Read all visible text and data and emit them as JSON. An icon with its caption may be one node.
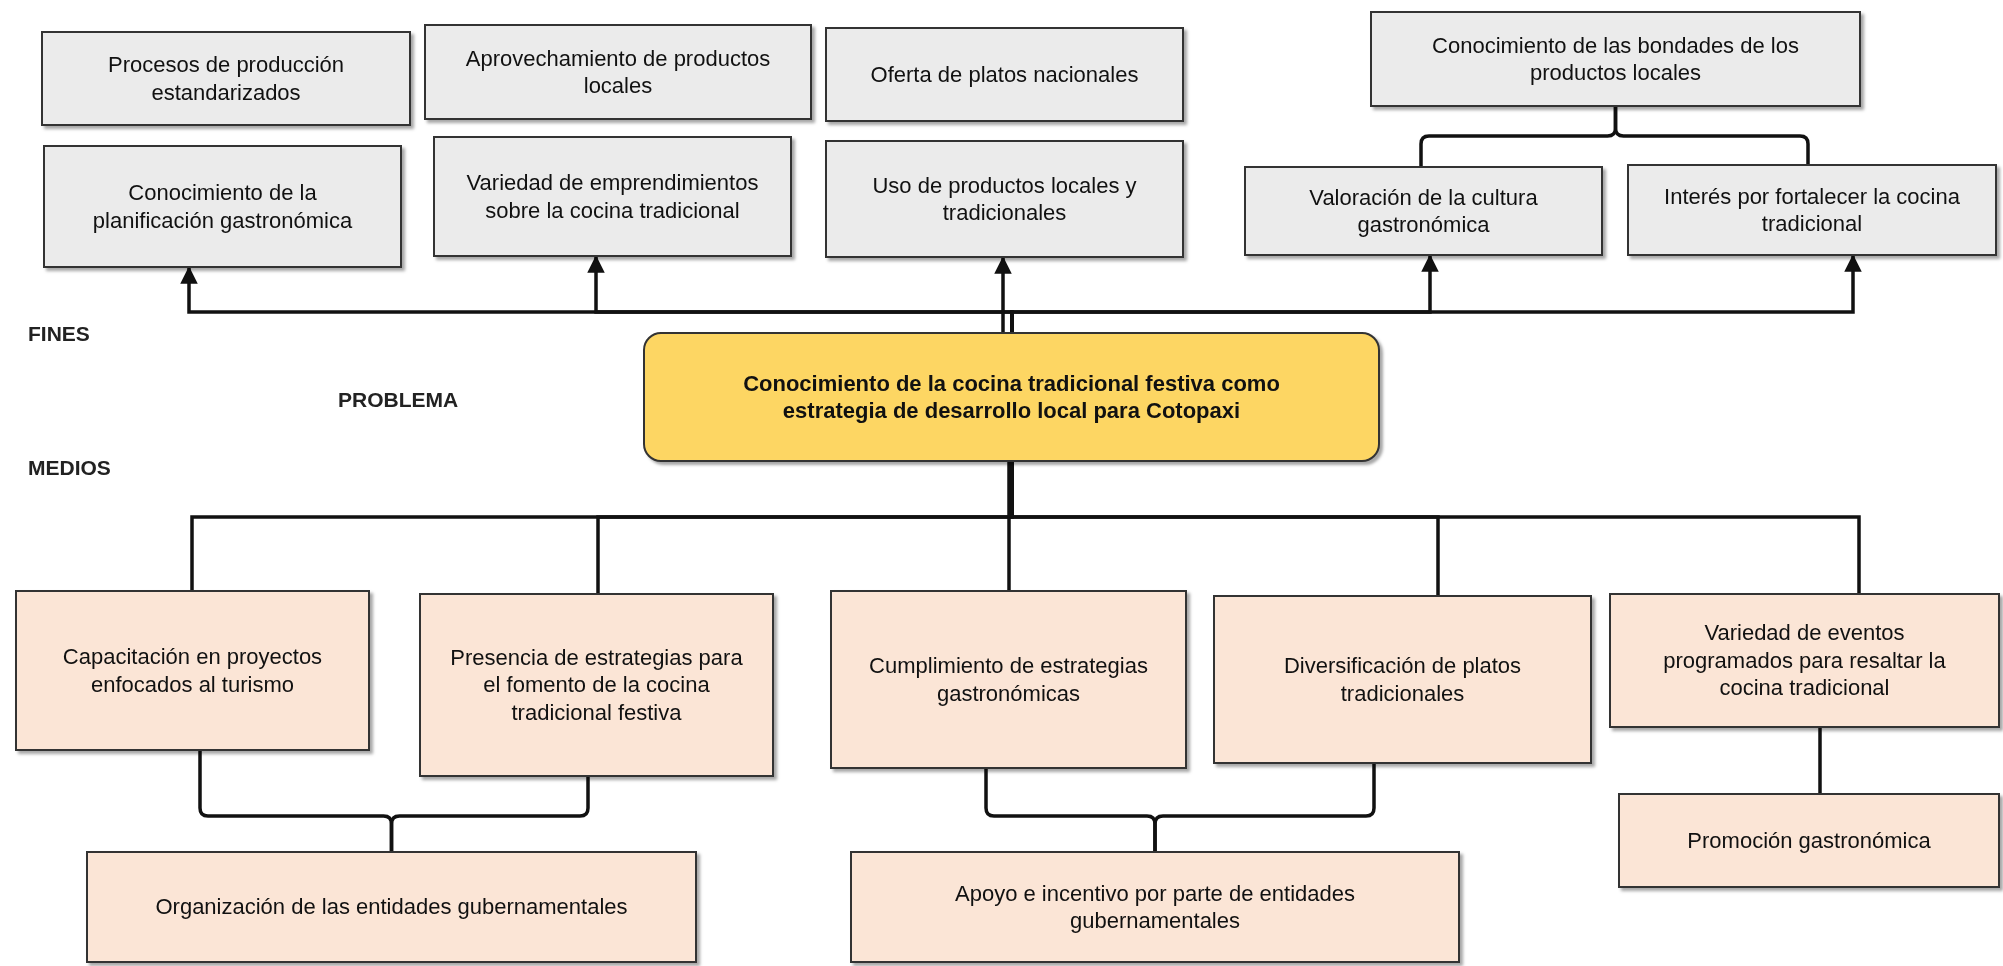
{
  "diagram": {
    "nodes": [
      {
        "text": [
          "Procesos de producción estandarizados"
        ]
      },
      {
        "text": [
          "Aprovechamiento de productos locales"
        ]
      },
      {
        "text": [
          "Oferta de platos nacionales"
        ]
      },
      {
        "text": [
          "Conocimiento de las bondades de los productos locales"
        ]
      },
      {
        "text": [
          "Conocimiento de la planificación gastronómica"
        ]
      },
      {
        "text": [
          "Variedad de emprendimientos sobre la cocina tradicional"
        ]
      },
      {
        "text": [
          "Uso de productos locales y tradicionales"
        ]
      },
      {
        "text": [
          "Valoración de la cultura gastronómica"
        ]
      },
      {
        "text": [
          "Interés por fortalecer la cocina tradicional"
        ]
      },
      {
        "text": [
          "Conocimiento de la cocina tradicional festiva como estrategia de desarrollo local para Cotopaxi"
        ]
      },
      {
        "text": [
          "Capacitación en proyectos enfocados al turismo"
        ]
      },
      {
        "text": [
          "Presencia de estrategias para el fomento de la cocina tradicional festiva"
        ]
      },
      {
        "text": [
          "Cumplimiento de estrategias gastronómicas"
        ]
      },
      {
        "text": [
          "Diversificación de platos tradicionales"
        ]
      },
      {
        "text": [
          "Variedad de eventos programados para resaltar la cocina tradicional"
        ]
      },
      {
        "text": [
          "Promoción gastronómica"
        ]
      },
      {
        "text": [
          "Organización de las entidades gubernamentales"
        ]
      },
      {
        "text": [
          "Apoyo e incentivo por parte de entidades gubernamentales"
        ]
      }
    ],
    "edges": [
      {
        "from": 9,
        "to": 4,
        "arrow": "to"
      },
      {
        "from": 9,
        "to": 5,
        "arrow": "to"
      },
      {
        "from": 9,
        "to": 6,
        "arrow": "to"
      },
      {
        "from": 9,
        "to": 7,
        "arrow": "to"
      },
      {
        "from": 9,
        "to": 8,
        "arrow": "to"
      },
      {
        "from": 7,
        "to": 3,
        "arrow": "none"
      },
      {
        "from": 8,
        "to": 3,
        "arrow": "none"
      },
      {
        "from": 9,
        "to": 10,
        "arrow": "none"
      },
      {
        "from": 9,
        "to": 11,
        "arrow": "none"
      },
      {
        "from": 9,
        "to": 12,
        "arrow": "none"
      },
      {
        "from": 9,
        "to": 13,
        "arrow": "none"
      },
      {
        "from": 9,
        "to": 14,
        "arrow": "none"
      },
      {
        "from": 14,
        "to": 15,
        "arrow": "none"
      },
      {
        "from": 10,
        "to": 16,
        "arrow": "none"
      },
      {
        "from": 11,
        "to": 16,
        "arrow": "none"
      },
      {
        "from": 12,
        "to": 17,
        "arrow": "none"
      },
      {
        "from": 13,
        "to": 17,
        "arrow": "none"
      }
    ],
    "labels": [
      "FINES",
      "PROBLEMA",
      "MEDIOS"
    ]
  }
}
